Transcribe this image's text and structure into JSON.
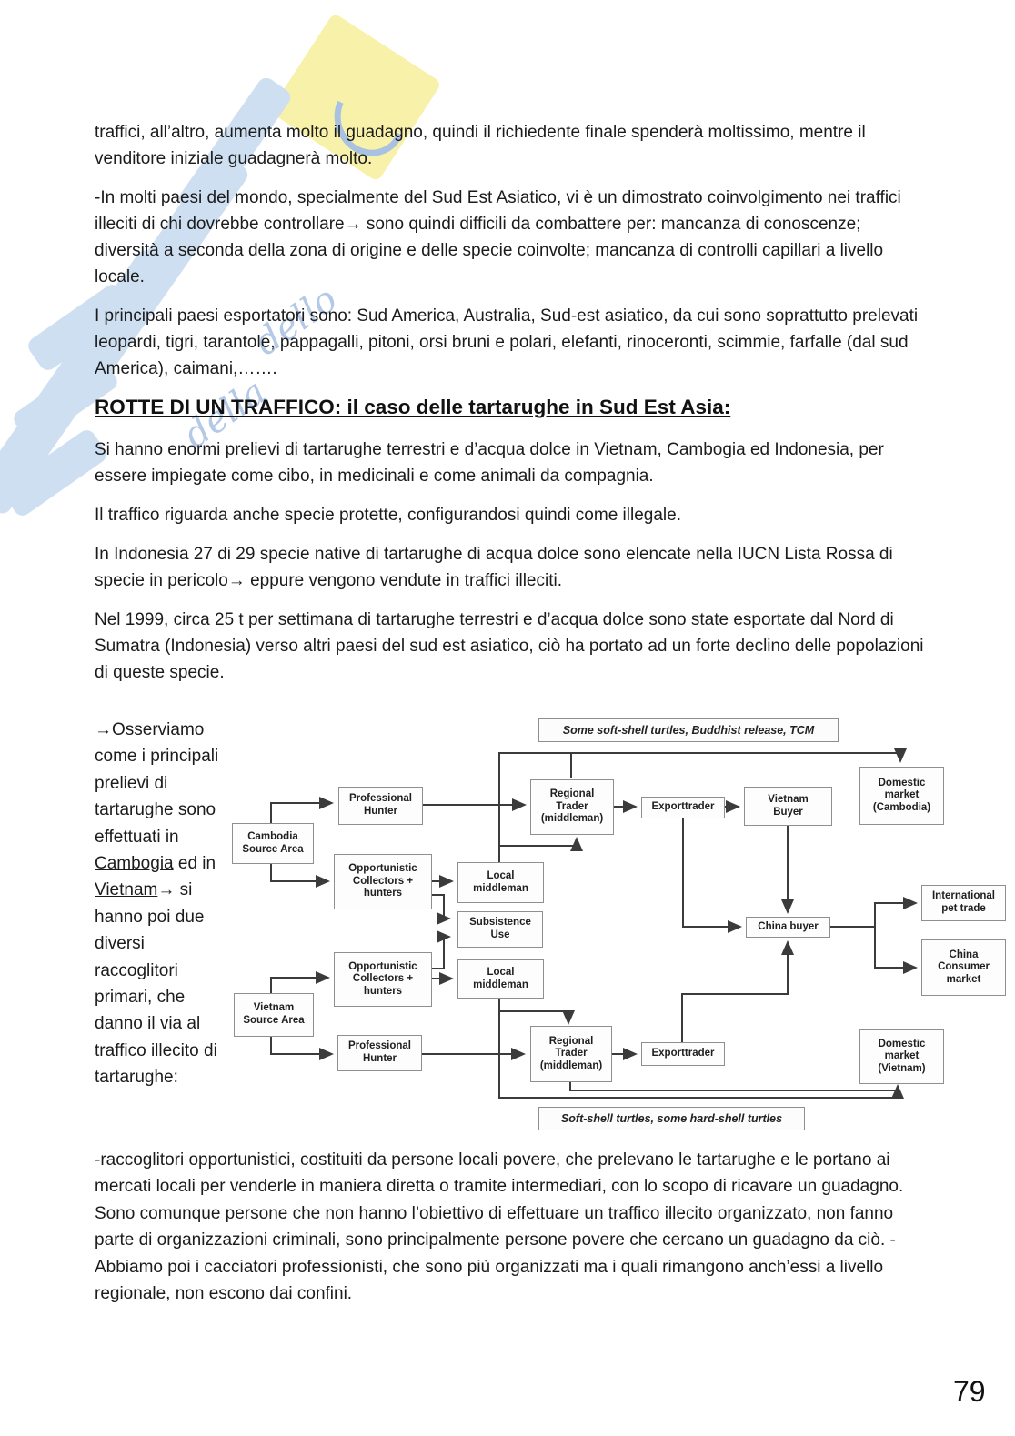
{
  "page": {
    "number": "79"
  },
  "content": {
    "p1": "traffici, all’altro, aumenta molto il guadagno, quindi il richiedente finale spenderà moltissimo, mentre il venditore iniziale guadagnerà molto.",
    "p2": "-In molti paesi del mondo, specialmente del Sud Est Asiatico, vi è un dimostrato coinvolgimento nei traffici illeciti di chi dovrebbe controllare→ sono quindi difficili da combattere per: mancanza di conoscenze; diversità a seconda della zona di origine e delle specie coinvolte; mancanza di controlli capillari a livello locale.",
    "p3": "I principali paesi esportatori sono: Sud America, Australia, Sud-est asiatico, da cui sono soprattutto prelevati leopardi, tigri, tarantole, pappagalli, pitoni, orsi bruni e polari, elefanti, rinoceronti, scimmie, farfalle (dal sud America), caimani,…….",
    "heading": "ROTTE DI UN TRAFFICO: il caso delle tartarughe in Sud Est Asia:",
    "p4": "Si hanno enormi prelievi di tartarughe terrestri e d’acqua dolce in Vietnam, Cambogia ed Indonesia, per essere impiegate come cibo, in medicinali e come animali da compagnia.",
    "p5": "Il traffico riguarda anche specie protette, configurandosi quindi come illegale.",
    "p6": "In Indonesia 27 di 29 specie native di tartarughe di acqua dolce sono elencate nella IUCN Lista Rossa di specie in pericolo→ eppure vengono vendute in traffici illeciti.",
    "p7": "Nel 1999, circa 25 t per settimana di tartarughe terrestri e d’acqua dolce sono state esportate dal Nord di Sumatra (Indonesia) verso altri paesi del sud est asiatico, ciò ha portato ad un forte declino delle popolazioni di queste specie."
  },
  "sidebar": {
    "parts": [
      {
        "text": "→Osserviamo come i principali prelievi di tartarughe sono effettuati in "
      },
      {
        "text": "Cambogia"
      },
      {
        "text": " ed in "
      },
      {
        "text": "Vietnam"
      },
      {
        "text": "→ si hanno poi due diversi raccoglitori primari, che danno il via al traffico illecito di tartarughe:"
      }
    ]
  },
  "bottom": {
    "p1": "-raccoglitori opportunistici, costituiti da persone locali povere, che prelevano le tartarughe e le portano ai mercati locali per venderle in maniera diretta o tramite intermediari, con lo scopo di ricavare un guadagno. Sono comunque persone che non hanno l’obiettivo di effettuare un traffico illecito organizzato, non fanno parte di organizzazioni criminali, sono principalmente persone povere che cercano un guadagno da ciò. -Abbiamo poi i cacciatori professionisti, che sono più organizzati ma i quali rimangono anch’essi a livello regionale, non escono dai confini."
  },
  "diagram": {
    "top_banner": "Some soft-shell turtles, Buddhist release, TCM",
    "bottom_banner": "Soft-shell turtles, some hard-shell turtles",
    "boxes": {
      "cambodia_source": "Cambodia\nSource Area",
      "professional_hunter_1": "Professional\nHunter",
      "opportunistic_1": "Opportunistic\nCollectors +\nhunters",
      "local_middleman_1": "Local\nmiddleman",
      "subsistence_use": "Subsistence\nUse",
      "opportunistic_2": "Opportunistic\nCollectors +\nhunters",
      "local_middleman_2": "Local\nmiddleman",
      "vietnam_source": "Vietnam\nSource Area",
      "professional_hunter_2": "Professional\nHunter",
      "regional_trader_1": "Regional\nTrader\n(middleman)",
      "exporttrader_1": "Exporttrader",
      "vietnam_buyer": "Vietnam\nBuyer",
      "domestic_market_cambodia": "Domestic\nmarket\n(Cambodia)",
      "china_buyer": "China buyer",
      "international_pet_trade": "International\npet trade",
      "china_consumer_market": "China\nConsumer\nmarket",
      "regional_trader_2": "Regional\nTrader\n(middleman)",
      "exporttrader_2": "Exporttrader",
      "domestic_market_vietnam": "Domestic\nmarket\n(Vietnam)"
    }
  },
  "watermark": {
    "script_word_1": "dello",
    "script_word_2": "della",
    "yellow": "#f8f1a9",
    "blue": "#cfdff2"
  }
}
